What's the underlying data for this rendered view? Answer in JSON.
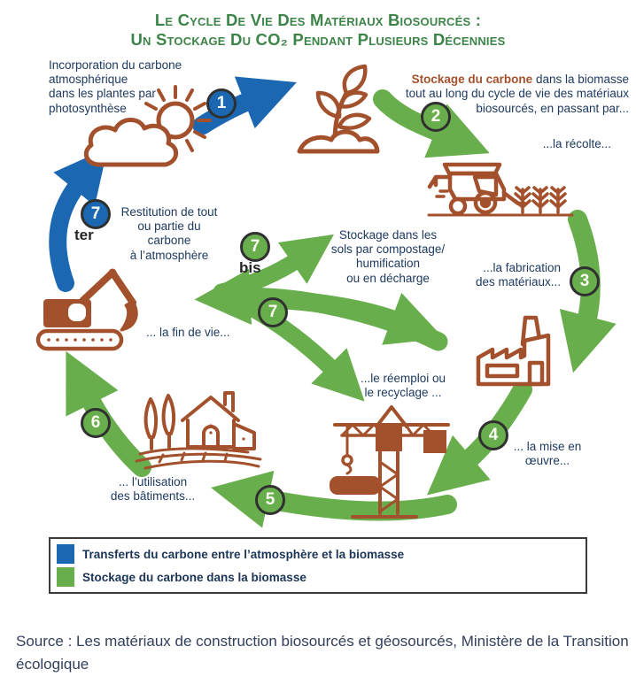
{
  "title": {
    "line1": "Le Cycle De Vie Des Matériaux Biosourcés :",
    "line2": "Un Stockage Du CO₂ Pendant Plusieurs Décennies"
  },
  "annotations": {
    "photosynthese": "Incorporation du carbone atmosphérique\ndans les plantes par\nphotosynthèse",
    "stockage_lead": "Stockage du carbone",
    "stockage_rest": " dans la biomasse\ntout au long du cycle de vie des matériaux\nbiosourcés, en passant par...",
    "recolte": "...la récolte...",
    "fabrication": "...la fabrication\ndes matériaux...",
    "mise_en_oeuvre": "... la mise en\nœuvre...",
    "utilisation": "... l’utilisation\ndes bâtiments...",
    "fin_de_vie": "... la fin de vie...",
    "reemploi": "...le réemploi ou\nle recyclage ...",
    "stockage_sols": "Stockage dans les\nsols par compostage/\nhumification\nou en décharge",
    "restitution": "Restitution de tout\nou partie du carbone\nà l’atmosphère"
  },
  "badges": {
    "n1": "1",
    "n2": "2",
    "n3": "3",
    "n4": "4",
    "n5": "5",
    "n6": "6",
    "n7": "7",
    "n7bis_num": "7",
    "n7bis_suffix": "bis",
    "n7ter_num": "7",
    "n7ter_suffix": "ter"
  },
  "icons": [
    "cloud-sun",
    "seedling",
    "harvester",
    "factory",
    "crane",
    "house-field",
    "excavator"
  ],
  "legend": {
    "items": [
      {
        "color": "#1b67b2",
        "label": "Transferts du carbone entre l’atmosphère et la biomasse"
      },
      {
        "color": "#68ae4c",
        "label": "Stockage du carbone dans la biomasse"
      }
    ]
  },
  "source": "Source : Les matériaux de construction biosourcés et géosourcés, Ministère de la Transition écologique",
  "colors": {
    "arrow_blue": "#1b67b2",
    "arrow_green": "#68ae4c",
    "icon_brown": "#a3512c",
    "title_green": "#3c8448",
    "text_navy": "#1e3a60"
  }
}
